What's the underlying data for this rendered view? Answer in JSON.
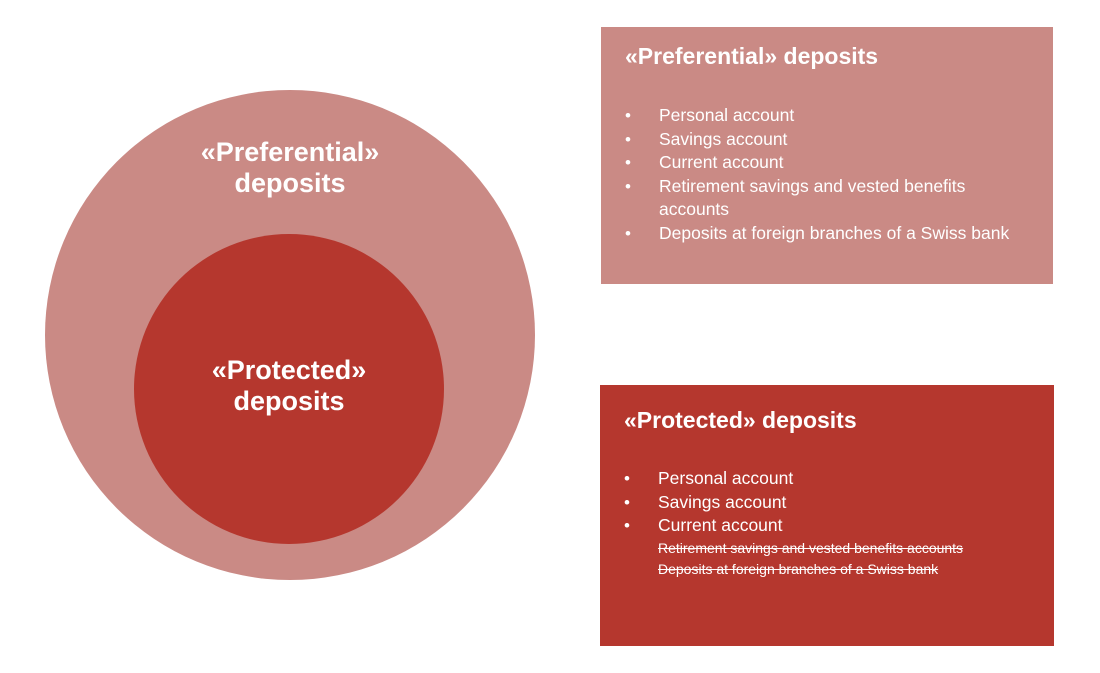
{
  "diagram": {
    "outer_circle": {
      "label_line1": "«Preferential»",
      "label_line2": "deposits",
      "color": "#ca8a85"
    },
    "inner_circle": {
      "label_line1": "«Protected»",
      "label_line2": "deposits",
      "color": "#b5372e"
    }
  },
  "preferential_box": {
    "title": "«Preferential» deposits",
    "bullet": "•",
    "items": [
      "Personal account",
      "Savings account",
      "Current account",
      "Retirement savings and vested benefits accounts",
      "Deposits at foreign branches of a Swiss bank"
    ]
  },
  "protected_box": {
    "title": "«Protected» deposits",
    "bullet": "•",
    "items": [
      "Personal account",
      "Savings account",
      "Current account"
    ],
    "excluded_items": [
      "Retirement savings and vested benefits accounts",
      "Deposits at foreign branches of a Swiss bank"
    ]
  }
}
